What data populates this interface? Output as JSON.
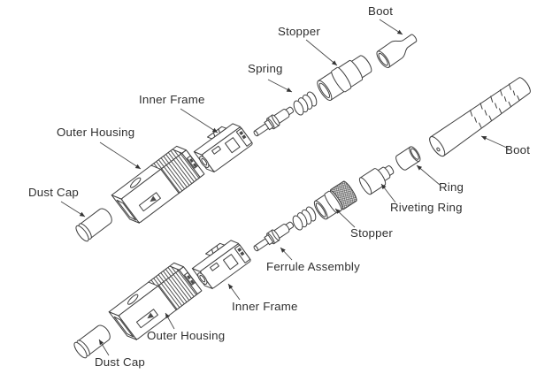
{
  "diagram": {
    "type": "exploded-view line drawing",
    "subject": "SC fiber optic connector assemblies (two variants)",
    "colors": {
      "line": "#3f3f3f",
      "text": "#2f2f2f",
      "background": "#ffffff"
    },
    "assemblies": {
      "top": {
        "dust_cap": "Dust Cap",
        "outer_housing": "Outer Housing",
        "inner_frame": "Inner Frame",
        "spring": "Spring",
        "stopper": "Stopper",
        "boot": "Boot"
      },
      "bottom": {
        "dust_cap": "Dust Cap",
        "outer_housing": "Outer Housing",
        "inner_frame": "Inner Frame",
        "ferrule_assembly": "Ferrule Assembly",
        "stopper": "Stopper",
        "riveting_ring": "Riveting Ring",
        "ring": "Ring",
        "boot": "Boot"
      }
    }
  }
}
